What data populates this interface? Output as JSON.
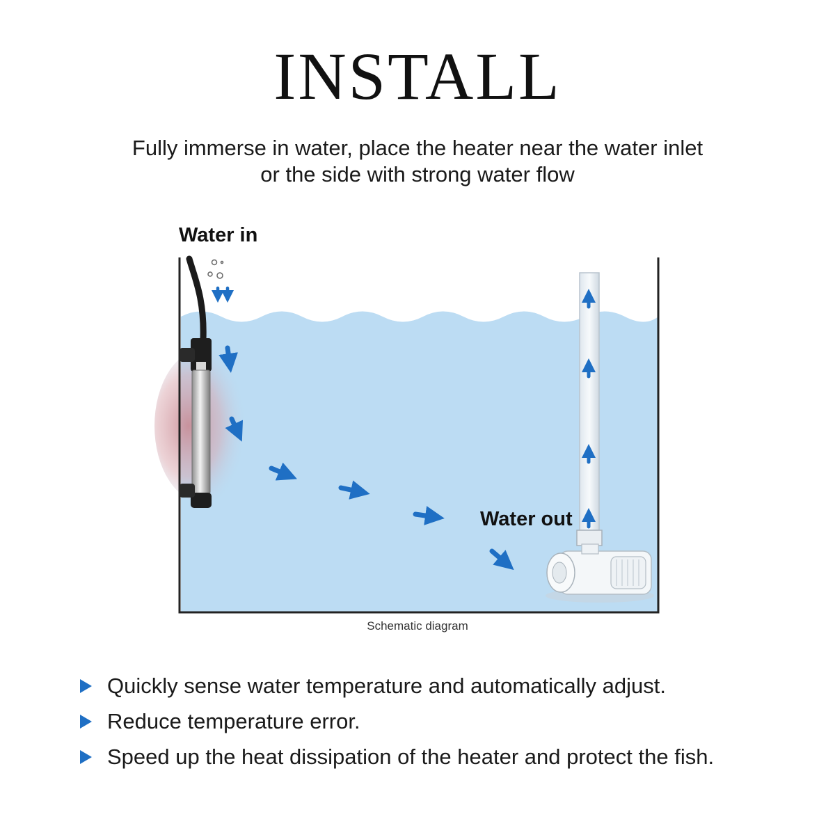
{
  "title": "INSTALL",
  "subtitle": {
    "line1": "Fully immerse in water, place the heater near the water inlet",
    "line2": "or the side with strong water flow"
  },
  "diagram": {
    "water_in_label": "Water in",
    "water_out_label": "Water out",
    "caption": "Schematic diagram",
    "colors": {
      "water": "#bcdcf3",
      "arrow": "#1f6fc4",
      "heat_glow": "#c98a93",
      "tank_line": "#222222"
    }
  },
  "bullets": [
    {
      "icon": "chevron-right-icon",
      "text": "Quickly sense water temperature and automatically adjust."
    },
    {
      "icon": "chevron-right-icon",
      "text": "Reduce temperature error."
    },
    {
      "icon": "chevron-right-icon",
      "text": "Speed up the heat dissipation of the heater and protect the fish."
    }
  ]
}
